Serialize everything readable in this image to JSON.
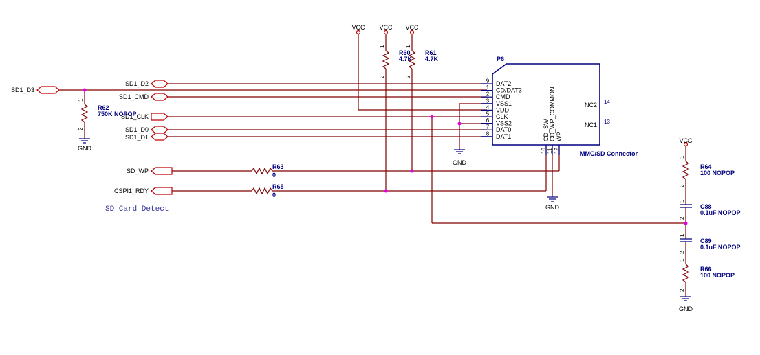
{
  "power": {
    "vcc": "VCC",
    "gnd": "GND"
  },
  "nets": {
    "sd1_d3": "SD1_D3",
    "sd1_d2": "SD1_D2",
    "sd1_cmd": "SD1_CMD",
    "sd1_clk": "SD1_CLK",
    "sd1_d0": "SD1_D0",
    "sd1_d1": "SD1_D1",
    "sd_wp": "SD_WP",
    "cspi1_rdy": "CSPI1_RDY"
  },
  "connector": {
    "ref": "P6",
    "name": "MMC/SD Connector",
    "pins_left": [
      {
        "num": "9",
        "name": "DAT2"
      },
      {
        "num": "1",
        "name": "CD/DAT3"
      },
      {
        "num": "2",
        "name": "CMD"
      },
      {
        "num": "3",
        "name": "VSS1"
      },
      {
        "num": "4",
        "name": "VDD"
      },
      {
        "num": "5",
        "name": "CLK"
      },
      {
        "num": "6",
        "name": "VSS2"
      },
      {
        "num": "7",
        "name": "DAT0"
      },
      {
        "num": "8",
        "name": "DAT1"
      }
    ],
    "pins_bottom": [
      {
        "num": "10",
        "name": "CD_SW"
      },
      {
        "num": "11",
        "name": "CD_WP_COMMON"
      },
      {
        "num": "12",
        "name": "WP"
      }
    ],
    "pins_right": [
      {
        "num": "14",
        "name": "NC2"
      },
      {
        "num": "13",
        "name": "NC1"
      }
    ]
  },
  "resistors": {
    "r60": {
      "ref": "R60",
      "value": "4.7K"
    },
    "r61": {
      "ref": "R61",
      "value": "4.7K"
    },
    "r62": {
      "ref": "R62",
      "value": "750K NOPOP"
    },
    "r63": {
      "ref": "R63",
      "value": "0"
    },
    "r65": {
      "ref": "R65",
      "value": "0"
    },
    "r64": {
      "ref": "R64",
      "value": "100 NOPOP"
    },
    "r66": {
      "ref": "R66",
      "value": "100 NOPOP"
    }
  },
  "capacitors": {
    "c88": {
      "ref": "C88",
      "value": "0.1uF NOPOP"
    },
    "c89": {
      "ref": "C89",
      "value": "0.1uF NOPOP"
    }
  },
  "pin_marks": {
    "p1": "1",
    "p2": "2"
  },
  "notes": {
    "sd_card_detect": "SD Card Detect"
  }
}
